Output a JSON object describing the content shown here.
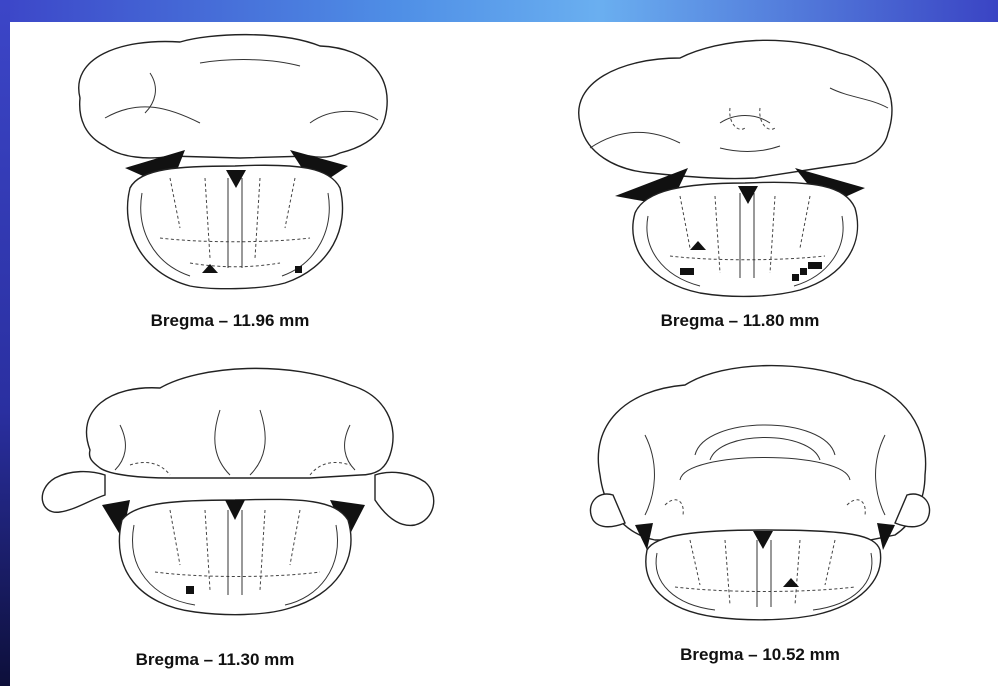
{
  "sections": [
    {
      "caption": "Bregma – 11.96 mm"
    },
    {
      "caption": "Bregma – 11.80 mm"
    },
    {
      "caption": "Bregma – 11.30 mm"
    },
    {
      "caption": "Bregma – 10.52 mm"
    }
  ],
  "colors": {
    "frame": "#3c46c8",
    "ink": "#111111"
  }
}
